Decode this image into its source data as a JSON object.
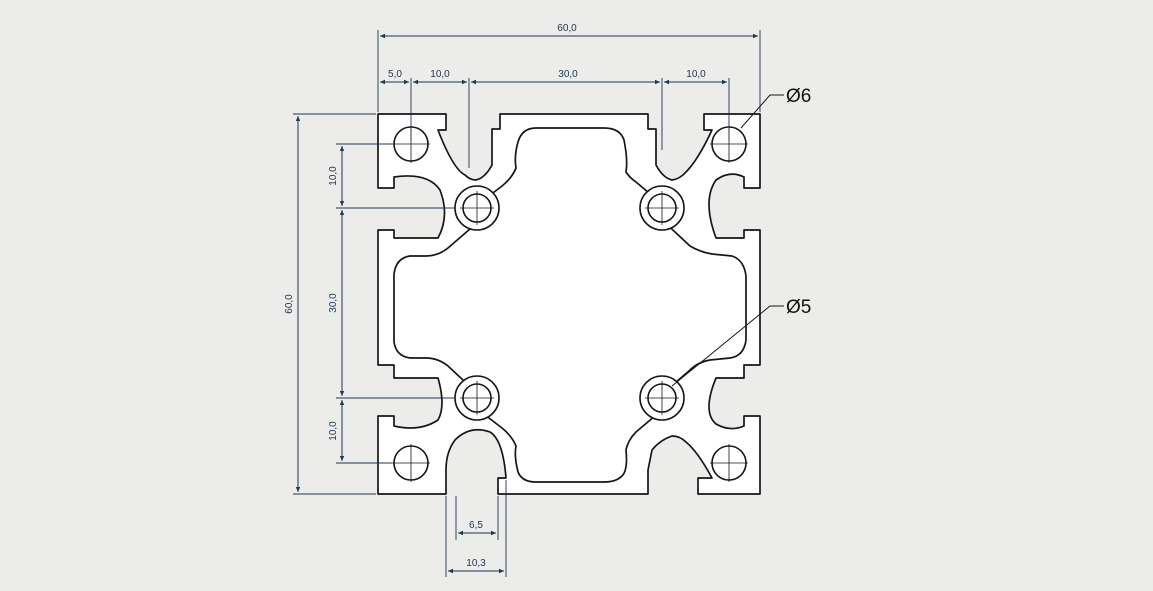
{
  "dimensions": {
    "overall_width": "60,0",
    "overall_height": "60,0",
    "top_offset": "5,0",
    "top_slot_left": "10,0",
    "top_center": "30,0",
    "top_slot_right": "10,0",
    "left_upper": "10,0",
    "left_middle": "30,0",
    "left_lower": "10,0",
    "slot_width": "6,5",
    "slot_outer_width": "10,3"
  },
  "callouts": {
    "corner_hole": "Ø6",
    "core_hole": "Ø5"
  }
}
